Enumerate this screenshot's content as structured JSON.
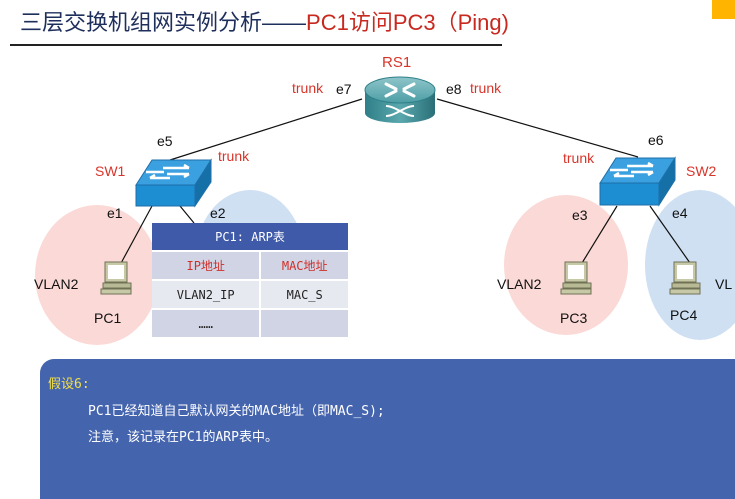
{
  "slide": {
    "title_main": "三层交换机组网实例分析——",
    "title_highlight": "PC1访问PC3（Ping)",
    "accent_color": "#ffb400"
  },
  "diagram": {
    "router": {
      "name": "RS1",
      "port_left": "e7",
      "port_right": "e8",
      "mode_left": "trunk",
      "mode_right": "trunk"
    },
    "switch1": {
      "name": "SW1",
      "uplink_port": "e5",
      "uplink_mode": "trunk",
      "port_a": "e1",
      "port_b": "e2"
    },
    "switch2": {
      "name": "SW2",
      "uplink_port": "e6",
      "uplink_mode": "trunk",
      "port_a": "e3",
      "port_b": "e4"
    },
    "hosts": [
      {
        "name": "PC1",
        "vlan": "VLAN2"
      },
      {
        "name": "PC3",
        "vlan": "VLAN2"
      },
      {
        "name": "PC4",
        "vlan": "VL"
      }
    ],
    "colors": {
      "vlan2": "#fbd9d6",
      "vlan3": "#cfe0f3",
      "label_red": "#d8352a"
    }
  },
  "arp_table": {
    "title": "PC1: ARP表",
    "columns": [
      "IP地址",
      "MAC地址"
    ],
    "rows": [
      [
        "VLAN2_IP",
        "MAC_S"
      ],
      [
        "……",
        ""
      ]
    ]
  },
  "note": {
    "title": "假设6:",
    "lines": [
      "PC1已经知道自己默认网关的MAC地址（即MAC_S);",
      "注意，该记录在PC1的ARP表中。"
    ]
  }
}
